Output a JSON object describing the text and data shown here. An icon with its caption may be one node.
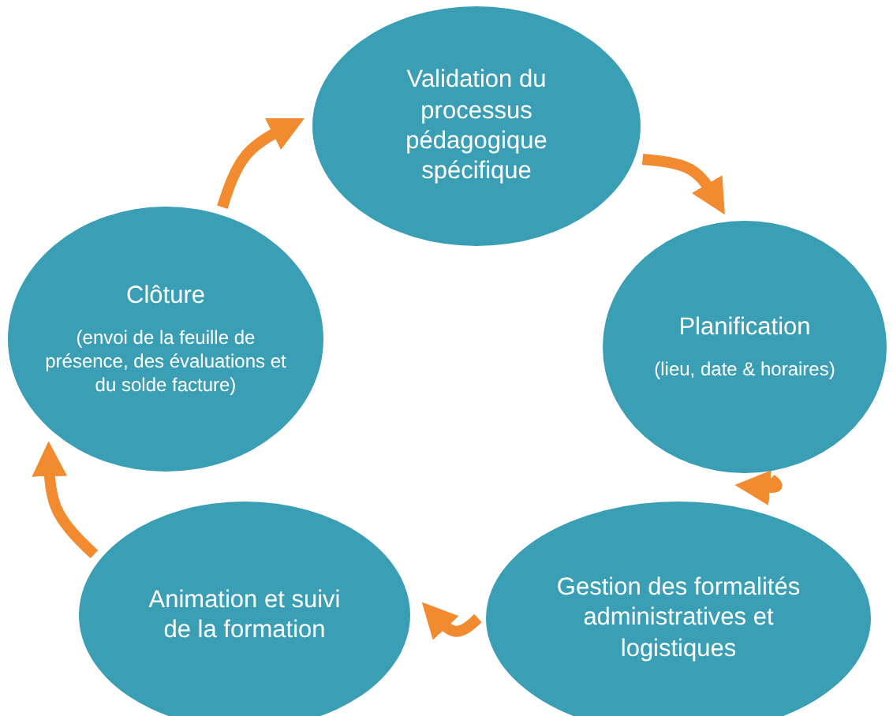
{
  "diagram": {
    "nodes": [
      {
        "text": [
          "Validation du processus pédagogique spécifique"
        ]
      },
      {
        "text": [
          "Planification",
          "(lieu, date & horaires)"
        ]
      },
      {
        "text": [
          "Gestion des formalités administratives et logistiques"
        ]
      },
      {
        "text": [
          "Animation et suivi de la formation"
        ]
      },
      {
        "text": [
          "Clôture",
          "(envoi de la feuille de présence, des évaluations et du solde facture)"
        ]
      }
    ],
    "edges": [
      {
        "from": 0,
        "to": 1,
        "arrow": "to"
      },
      {
        "from": 1,
        "to": 2,
        "arrow": "to"
      },
      {
        "from": 2,
        "to": 3,
        "arrow": "to"
      },
      {
        "from": 3,
        "to": 4,
        "arrow": "to"
      },
      {
        "from": 4,
        "to": 0,
        "arrow": "to"
      }
    ]
  }
}
